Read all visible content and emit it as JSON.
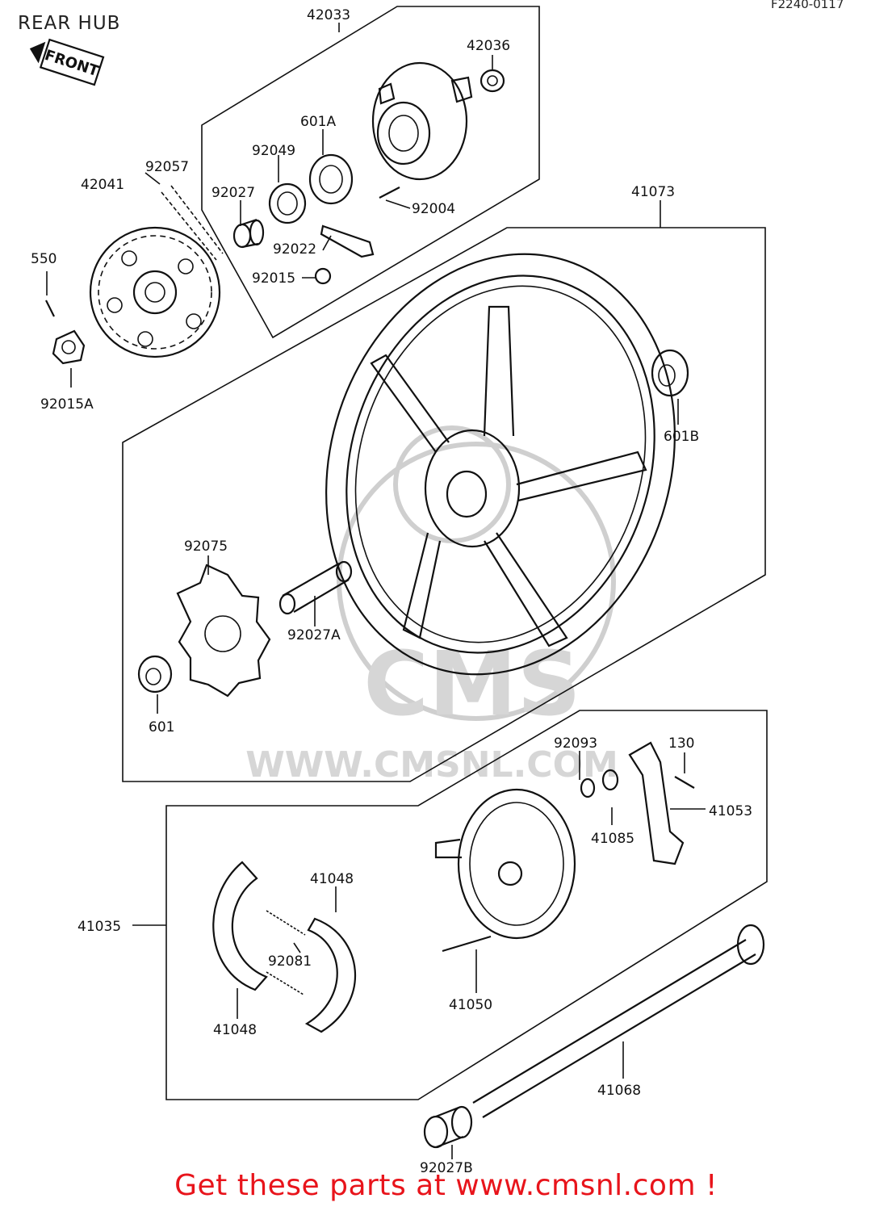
{
  "header": {
    "title": "REAR HUB",
    "code": "F2240-0117",
    "front_label": "FRONT"
  },
  "watermark": {
    "brand": "CMS",
    "url": "WWW.CMSNL.COM"
  },
  "parts": {
    "p42033": "42033",
    "p42036": "42036",
    "p601A": "601A",
    "p92049": "92049",
    "p92057": "92057",
    "p42041": "42041",
    "p92027": "92027",
    "p92004": "92004",
    "p92022": "92022",
    "p92015": "92015",
    "p550": "550",
    "p92015A": "92015A",
    "p41073": "41073",
    "p601B": "601B",
    "p92075": "92075",
    "p92027A": "92027A",
    "p601": "601",
    "p92093": "92093",
    "p130": "130",
    "p41053": "41053",
    "p41085": "41085",
    "p41048a": "41048",
    "p41035": "41035",
    "p92081": "92081",
    "p41048b": "41048",
    "p41050": "41050",
    "p41068": "41068",
    "p92027B": "92027B"
  },
  "footer": {
    "cta": "Get these parts at www.cmsnl.com !"
  },
  "colors": {
    "ink": "#111111",
    "cta": "#e8141b",
    "watermark": "#cfcfcf"
  }
}
